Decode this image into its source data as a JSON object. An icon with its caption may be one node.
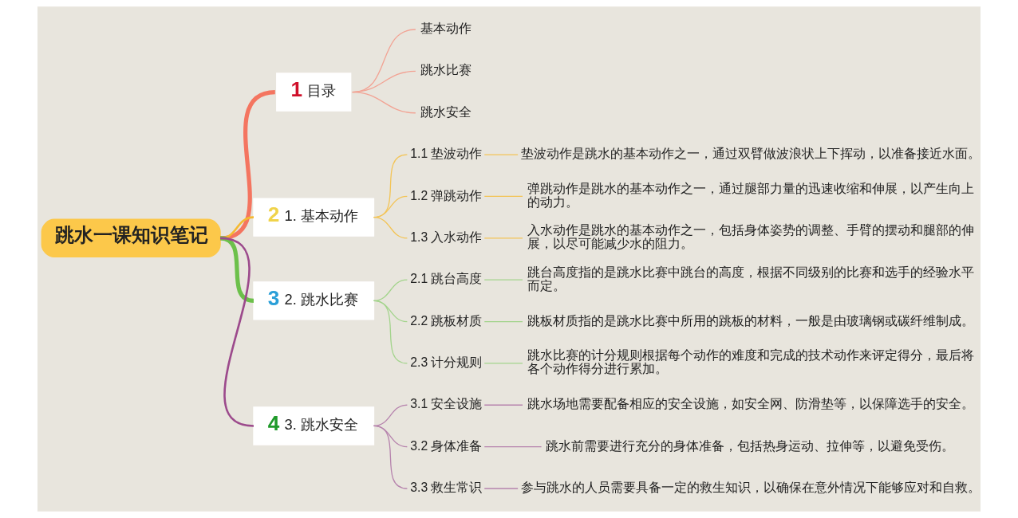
{
  "diagram": {
    "nodes": [
      {
        "text": [
          "跳水一课知识笔记"
        ]
      },
      {
        "text": [
          "1",
          "目录"
        ]
      },
      {
        "text": [
          "基本动作"
        ]
      },
      {
        "text": [
          "跳水比赛"
        ]
      },
      {
        "text": [
          "跳水安全"
        ]
      },
      {
        "text": [
          "2",
          "1. 基本动作"
        ]
      },
      {
        "text": [
          "1.1 垫波动作"
        ]
      },
      {
        "text": [
          "垫波动作是跳水的基本动作之一，通过双臂做波浪状上下挥动，以准备接近水面。"
        ]
      },
      {
        "text": [
          "1.2 弹跳动作"
        ]
      },
      {
        "text": [
          "弹跳动作是跳水的基本动作之一，通过腿部力量的迅速收缩和伸展，以产生向上的动力。"
        ]
      },
      {
        "text": [
          "1.3 入水动作"
        ]
      },
      {
        "text": [
          "入水动作是跳水的基本动作之一，包括身体姿势的调整、手臂的摆动和腿部的伸展，以尽可能减少水的阻力。"
        ]
      },
      {
        "text": [
          "3",
          "2. 跳水比赛"
        ]
      },
      {
        "text": [
          "2.1 跳台高度"
        ]
      },
      {
        "text": [
          "跳台高度指的是跳水比赛中跳台的高度，根据不同级别的比赛和选手的经验水平而定。"
        ]
      },
      {
        "text": [
          "2.2 跳板材质"
        ]
      },
      {
        "text": [
          "跳板材质指的是跳水比赛中所用的跳板的材料，一般是由玻璃钢或碳纤维制成。"
        ]
      },
      {
        "text": [
          "2.3 计分规则"
        ]
      },
      {
        "text": [
          "跳水比赛的计分规则根据每个动作的难度和完成的技术动作来评定得分，最后将各个动作得分进行累加。"
        ]
      },
      {
        "text": [
          "4",
          "3. 跳水安全"
        ]
      },
      {
        "text": [
          "3.1 安全设施"
        ]
      },
      {
        "text": [
          "跳水场地需要配备相应的安全设施，如安全网、防滑垫等，以保障选手的安全。"
        ]
      },
      {
        "text": [
          "3.2 身体准备"
        ]
      },
      {
        "text": [
          "跳水前需要进行充分的身体准备，包括热身运动、拉伸等，以避免受伤。"
        ]
      },
      {
        "text": [
          "3.3 救生常识"
        ]
      },
      {
        "text": [
          "参与跳水的人员需要具备一定的救生知识，以确保在意外情况下能够应对和自救。"
        ]
      }
    ],
    "edges": [
      {
        "from": 0,
        "to": 1,
        "arrow": "none",
        "style": "thick",
        "color": "#f47560"
      },
      {
        "from": 1,
        "to": 2,
        "arrow": "none",
        "color": "#f2a394"
      },
      {
        "from": 1,
        "to": 3,
        "arrow": "none",
        "color": "#f2a394"
      },
      {
        "from": 1,
        "to": 4,
        "arrow": "none",
        "color": "#f2a394"
      },
      {
        "from": 0,
        "to": 5,
        "arrow": "none",
        "color": "#f5b930"
      },
      {
        "from": 5,
        "to": 6,
        "arrow": "none",
        "color": "#f3c456"
      },
      {
        "from": 6,
        "to": 7,
        "arrow": "none",
        "color": "#f3c456"
      },
      {
        "from": 5,
        "to": 8,
        "arrow": "none",
        "color": "#f3c456"
      },
      {
        "from": 8,
        "to": 9,
        "arrow": "none",
        "color": "#f3c456"
      },
      {
        "from": 5,
        "to": 10,
        "arrow": "none",
        "color": "#f3c456"
      },
      {
        "from": 10,
        "to": 11,
        "arrow": "none",
        "color": "#f3c456"
      },
      {
        "from": 0,
        "to": 12,
        "arrow": "none",
        "style": "thick",
        "color": "#6cc04a"
      },
      {
        "from": 12,
        "to": 13,
        "arrow": "none",
        "color": "#a3d48c"
      },
      {
        "from": 13,
        "to": 14,
        "arrow": "none",
        "color": "#a3d48c"
      },
      {
        "from": 12,
        "to": 15,
        "arrow": "none",
        "color": "#a3d48c"
      },
      {
        "from": 15,
        "to": 16,
        "arrow": "none",
        "color": "#a3d48c"
      },
      {
        "from": 12,
        "to": 17,
        "arrow": "none",
        "color": "#a3d48c"
      },
      {
        "from": 17,
        "to": 18,
        "arrow": "none",
        "color": "#a3d48c"
      },
      {
        "from": 0,
        "to": 19,
        "arrow": "none",
        "color": "#9c4a8c"
      },
      {
        "from": 19,
        "to": 20,
        "arrow": "none",
        "color": "#b683ad"
      },
      {
        "from": 20,
        "to": 21,
        "arrow": "none",
        "color": "#b683ad"
      },
      {
        "from": 19,
        "to": 22,
        "arrow": "none",
        "color": "#b683ad"
      },
      {
        "from": 22,
        "to": 23,
        "arrow": "none",
        "color": "#b683ad"
      },
      {
        "from": 19,
        "to": 24,
        "arrow": "none",
        "color": "#b683ad"
      },
      {
        "from": 24,
        "to": 25,
        "arrow": "none",
        "color": "#b683ad"
      }
    ]
  }
}
